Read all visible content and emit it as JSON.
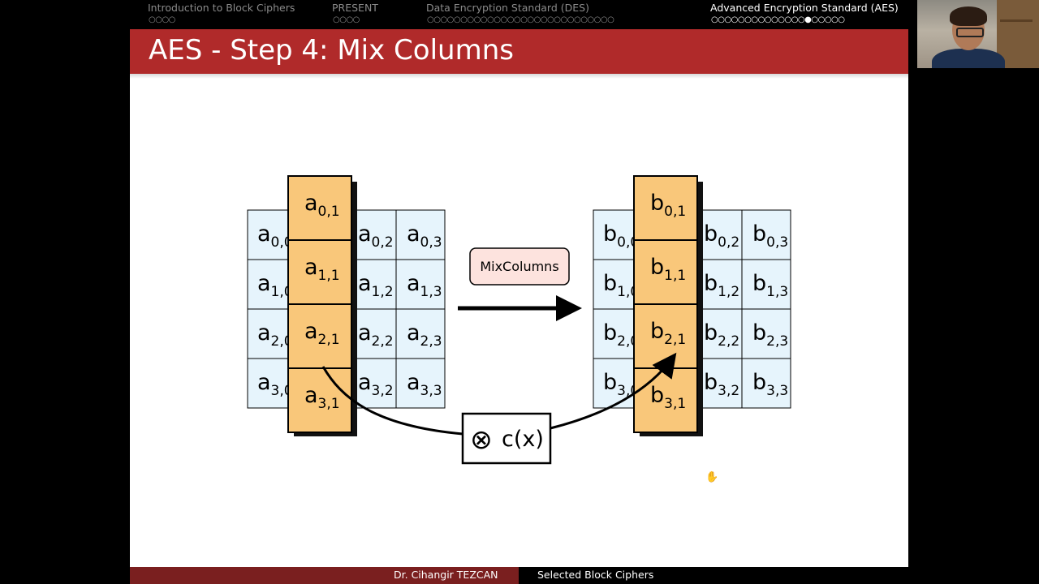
{
  "nav": {
    "sections": [
      {
        "label": "Introduction to Block Ciphers",
        "dots": "○○○○",
        "active": false
      },
      {
        "label": "PRESENT",
        "dots": "○○○○",
        "active": false
      },
      {
        "label": "Data Encryption Standard (DES)",
        "dots": "○○○○○○○○○○○○○○○○○○○○○○○○○○○○",
        "active": false
      },
      {
        "label": "Advanced Encryption Standard (AES)",
        "dots": "○○○○○○○○○○○○○○●○○○○○",
        "active": true
      }
    ]
  },
  "title": "AES - Step 4:  Mix Columns",
  "diagram": {
    "operation_label": "MixColumns",
    "multiplier_symbol": "⊗",
    "multiplier_label": "c(x)",
    "left_letter": "a",
    "right_letter": "b",
    "highlighted_column": 1,
    "colors": {
      "cell_fill": "#e6f4fc",
      "highlight_fill": "#f9c77a",
      "op_box_fill": "#fde3de",
      "title_bar": "#b02a2a"
    }
  },
  "footer": {
    "author": "Dr. Cihangir TEZCAN",
    "talk": "Selected Block Ciphers"
  }
}
